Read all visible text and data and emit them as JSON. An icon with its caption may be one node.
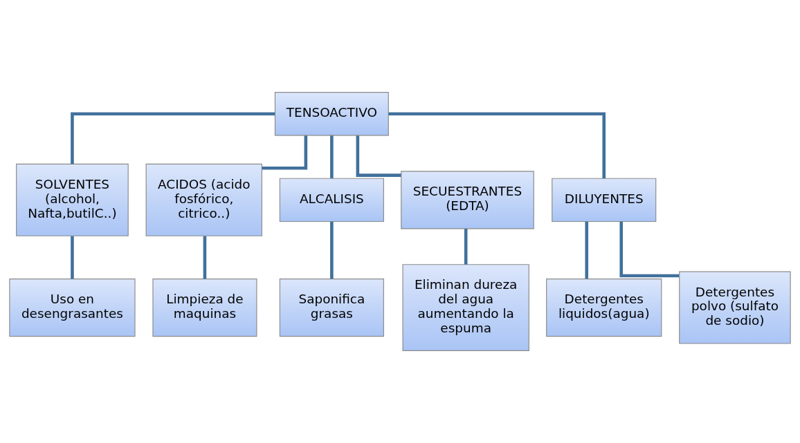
{
  "diagram": {
    "nodes": [
      {
        "text": [
          "TENSOACTIVO"
        ]
      },
      {
        "text": [
          "SOLVENTES (alcohol, Nafta,butilC..)"
        ]
      },
      {
        "text": [
          "ACIDOS (acido fosfórico, citrico..)"
        ]
      },
      {
        "text": [
          "ALCALISIS"
        ]
      },
      {
        "text": [
          "SECUESTRANTES (EDTA)"
        ]
      },
      {
        "text": [
          "DILUYENTES"
        ]
      },
      {
        "text": [
          "Uso en desengrasantes"
        ]
      },
      {
        "text": [
          "Limpieza de maquinas"
        ]
      },
      {
        "text": [
          "Saponifica grasas"
        ]
      },
      {
        "text": [
          "Eliminan dureza del agua aumentando la espuma"
        ]
      },
      {
        "text": [
          "Detergentes liquidos(agua)"
        ]
      },
      {
        "text": [
          "Detergentes polvo (sulfato de sodio)"
        ]
      }
    ],
    "edges": [
      {
        "from": 0,
        "to": 1,
        "arrow": "none"
      },
      {
        "from": 0,
        "to": 2,
        "arrow": "none"
      },
      {
        "from": 0,
        "to": 3,
        "arrow": "none"
      },
      {
        "from": 0,
        "to": 4,
        "arrow": "none"
      },
      {
        "from": 0,
        "to": 5,
        "arrow": "none"
      },
      {
        "from": 1,
        "to": 6,
        "arrow": "none"
      },
      {
        "from": 2,
        "to": 7,
        "arrow": "none"
      },
      {
        "from": 3,
        "to": 8,
        "arrow": "none"
      },
      {
        "from": 4,
        "to": 9,
        "arrow": "none"
      },
      {
        "from": 5,
        "to": 10,
        "arrow": "none"
      },
      {
        "from": 5,
        "to": 11,
        "arrow": "none"
      }
    ]
  }
}
